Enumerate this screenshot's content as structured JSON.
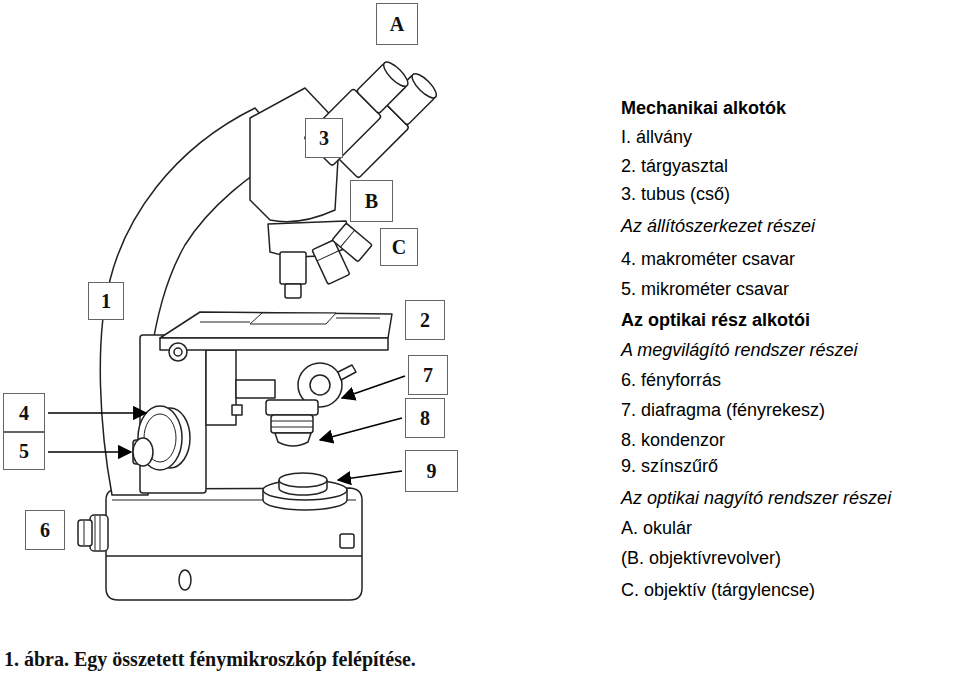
{
  "diagram": {
    "caption": "1. ábra. Egy összetett fénymikroszkóp felépítése.",
    "nodes": [
      {
        "text": [
          "A"
        ]
      },
      {
        "text": [
          "3"
        ]
      },
      {
        "text": [
          "B"
        ]
      },
      {
        "text": [
          "C"
        ]
      },
      {
        "text": [
          "1"
        ]
      },
      {
        "text": [
          "2"
        ]
      },
      {
        "text": [
          "7"
        ]
      },
      {
        "text": [
          "4"
        ]
      },
      {
        "text": [
          "8"
        ]
      },
      {
        "text": [
          "5"
        ]
      },
      {
        "text": [
          "9"
        ]
      },
      {
        "text": [
          "6"
        ]
      }
    ],
    "labels": [
      "Mechanikai alkotók",
      "I. állvány",
      "2. tárgyasztal",
      "3. tubus (cső)",
      "Az állítószerkezet részei",
      "4. makrométer csavar",
      "5. mikrométer csavar",
      "Az optikai rész alkotói",
      "A megvilágító rendszer részei",
      "6. fényforrás",
      "7. diafragma (fényrekesz)",
      "8. kondenzor",
      "9. színszűrő",
      "Az optikai nagyító rendszer részei",
      "A. okulár",
      "(B. objektívrevolver)",
      "C. objektív (tárgylencse)"
    ]
  }
}
